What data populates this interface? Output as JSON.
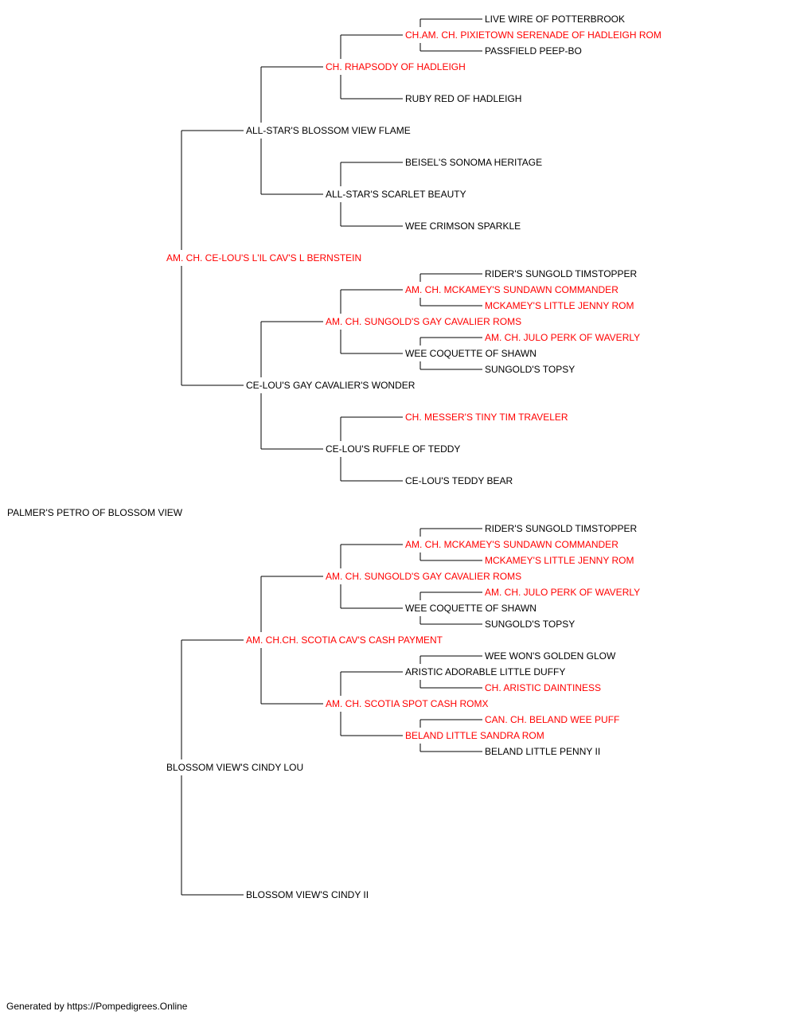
{
  "colors": {
    "champion": "#ff0000",
    "normal": "#000000",
    "line": "#000000"
  },
  "subject": {
    "name": "PALMER'S PETRO OF BLOSSOM VIEW",
    "champion": false,
    "sire": {
      "name": "AM. CH. CE-LOU'S L'IL CAV'S L BERNSTEIN",
      "champion": true,
      "sire": {
        "name": "ALL-STAR'S BLOSSOM VIEW FLAME",
        "champion": false,
        "sire": {
          "name": "CH. RHAPSODY OF HADLEIGH",
          "champion": true,
          "sire": {
            "name": "CH.AM. CH. PIXIETOWN SERENADE OF HADLEIGH ROM",
            "champion": true,
            "sire": {
              "name": "LIVE WIRE OF POTTERBROOK",
              "champion": false
            },
            "dam": {
              "name": "PASSFIELD PEEP-BO",
              "champion": false
            }
          },
          "dam": {
            "name": "RUBY RED OF HADLEIGH",
            "champion": false
          }
        },
        "dam": {
          "name": "ALL-STAR'S SCARLET BEAUTY",
          "champion": false,
          "sire": {
            "name": "BEISEL'S SONOMA HERITAGE",
            "champion": false
          },
          "dam": {
            "name": "WEE CRIMSON SPARKLE",
            "champion": false
          }
        }
      },
      "dam": {
        "name": "CE-LOU'S GAY CAVALIER'S WONDER",
        "champion": false,
        "sire": {
          "name": "AM. CH. SUNGOLD'S GAY CAVALIER ROMS",
          "champion": true,
          "sire": {
            "name": "AM. CH. MCKAMEY'S SUNDAWN COMMANDER",
            "champion": true,
            "sire": {
              "name": "RIDER'S SUNGOLD TIMSTOPPER",
              "champion": false
            },
            "dam": {
              "name": "MCKAMEY'S LITTLE JENNY ROM",
              "champion": true
            }
          },
          "dam": {
            "name": "WEE COQUETTE OF SHAWN",
            "champion": false,
            "sire": {
              "name": "AM. CH. JULO PERK OF WAVERLY",
              "champion": true
            },
            "dam": {
              "name": "SUNGOLD'S TOPSY",
              "champion": false
            }
          }
        },
        "dam": {
          "name": "CE-LOU'S RUFFLE OF TEDDY",
          "champion": false,
          "sire": {
            "name": "CH. MESSER'S TINY TIM TRAVELER",
            "champion": true
          },
          "dam": {
            "name": "CE-LOU'S TEDDY BEAR",
            "champion": false
          }
        }
      }
    },
    "dam": {
      "name": "BLOSSOM VIEW'S CINDY LOU",
      "champion": false,
      "sire": {
        "name": "AM. CH.CH. SCOTIA CAV'S CASH PAYMENT",
        "champion": true,
        "sire": {
          "name": "AM. CH. SUNGOLD'S GAY CAVALIER ROMS",
          "champion": true,
          "sire": {
            "name": "AM. CH. MCKAMEY'S SUNDAWN COMMANDER",
            "champion": true,
            "sire": {
              "name": "RIDER'S SUNGOLD TIMSTOPPER",
              "champion": false
            },
            "dam": {
              "name": "MCKAMEY'S LITTLE JENNY ROM",
              "champion": true
            }
          },
          "dam": {
            "name": "WEE COQUETTE OF SHAWN",
            "champion": false,
            "sire": {
              "name": "AM. CH. JULO PERK OF WAVERLY",
              "champion": true
            },
            "dam": {
              "name": "SUNGOLD'S TOPSY",
              "champion": false
            }
          }
        },
        "dam": {
          "name": "AM. CH. SCOTIA SPOT CASH ROMX",
          "champion": true,
          "sire": {
            "name": "ARISTIC ADORABLE LITTLE DUFFY",
            "champion": false,
            "sire": {
              "name": "WEE WON'S GOLDEN GLOW",
              "champion": false
            },
            "dam": {
              "name": "CH. ARISTIC DAINTINESS",
              "champion": true
            }
          },
          "dam": {
            "name": "BELAND LITTLE SANDRA ROM",
            "champion": true,
            "sire": {
              "name": "CAN. CH. BELAND WEE PUFF",
              "champion": true
            },
            "dam": {
              "name": "BELAND LITTLE PENNY II",
              "champion": false
            }
          }
        }
      },
      "dam": {
        "name": "BLOSSOM VIEW'S CINDY II",
        "champion": false
      }
    }
  },
  "footer": "Generated by https://Pompedigrees.Online"
}
